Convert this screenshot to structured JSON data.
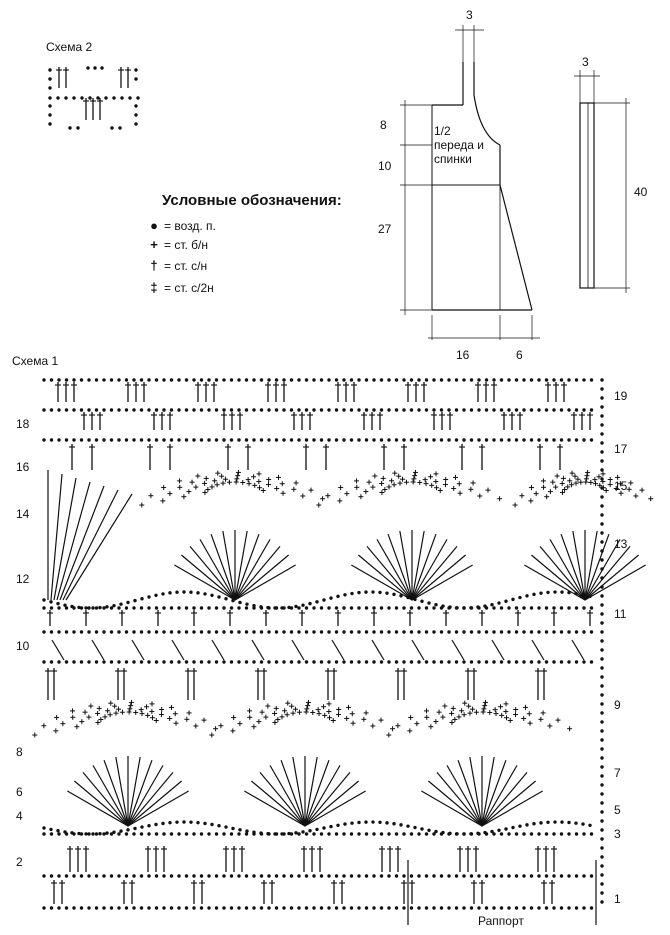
{
  "scheme2": {
    "title": "Схема 2"
  },
  "scheme1": {
    "title": "Схема 1",
    "rapport": "Раппорт"
  },
  "legend": {
    "title": "Условные обозначения:",
    "items": [
      {
        "symbol": "●",
        "text": "= возд. п."
      },
      {
        "symbol": "+",
        "text": "= ст. б/н"
      },
      {
        "symbol": "†",
        "text": "= ст. с/н"
      },
      {
        "symbol": "‡",
        "text": "= ст. с/2н"
      }
    ]
  },
  "pattern": {
    "title_line1": "1/2",
    "title_line2": "переда и",
    "title_line3": "спинки",
    "dims": {
      "strap_width": "3",
      "top": "8",
      "middle": "10",
      "bottom": "27",
      "width_main": "16",
      "width_flare": "6",
      "band_width": "3",
      "band_length": "40"
    }
  },
  "rows_left": [
    "18",
    "16",
    "14",
    "12",
    "10",
    "8",
    "6",
    "4",
    "2"
  ],
  "rows_right": [
    "19",
    "17",
    "15",
    "13",
    "11",
    "9",
    "7",
    "5",
    "3",
    "1"
  ]
}
